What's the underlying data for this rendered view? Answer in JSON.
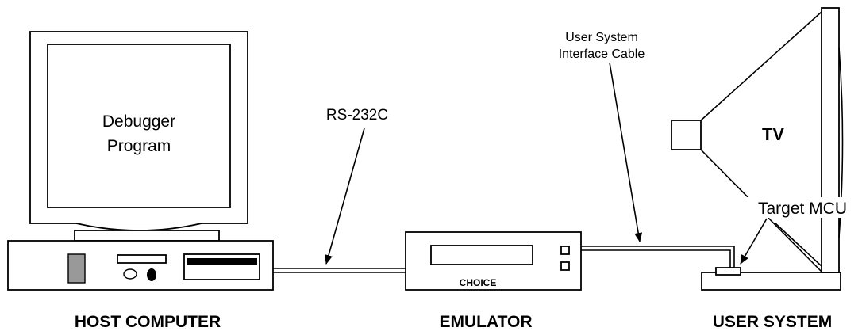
{
  "host": {
    "screen_text_line1": "Debugger",
    "screen_text_line2": "Program",
    "caption": "HOST COMPUTER"
  },
  "cable_serial": {
    "label": "RS-232C"
  },
  "emulator": {
    "brand": "CHOICE",
    "caption": "EMULATOR"
  },
  "cable_interface": {
    "label_line1": "User System",
    "label_line2": "Interface Cable"
  },
  "user_system": {
    "tv_label": "TV",
    "mcu_label": "Target MCU",
    "caption": "USER SYSTEM"
  },
  "colors": {
    "stroke": "#000000",
    "drive_bay": "#999999",
    "background": "#ffffff"
  }
}
